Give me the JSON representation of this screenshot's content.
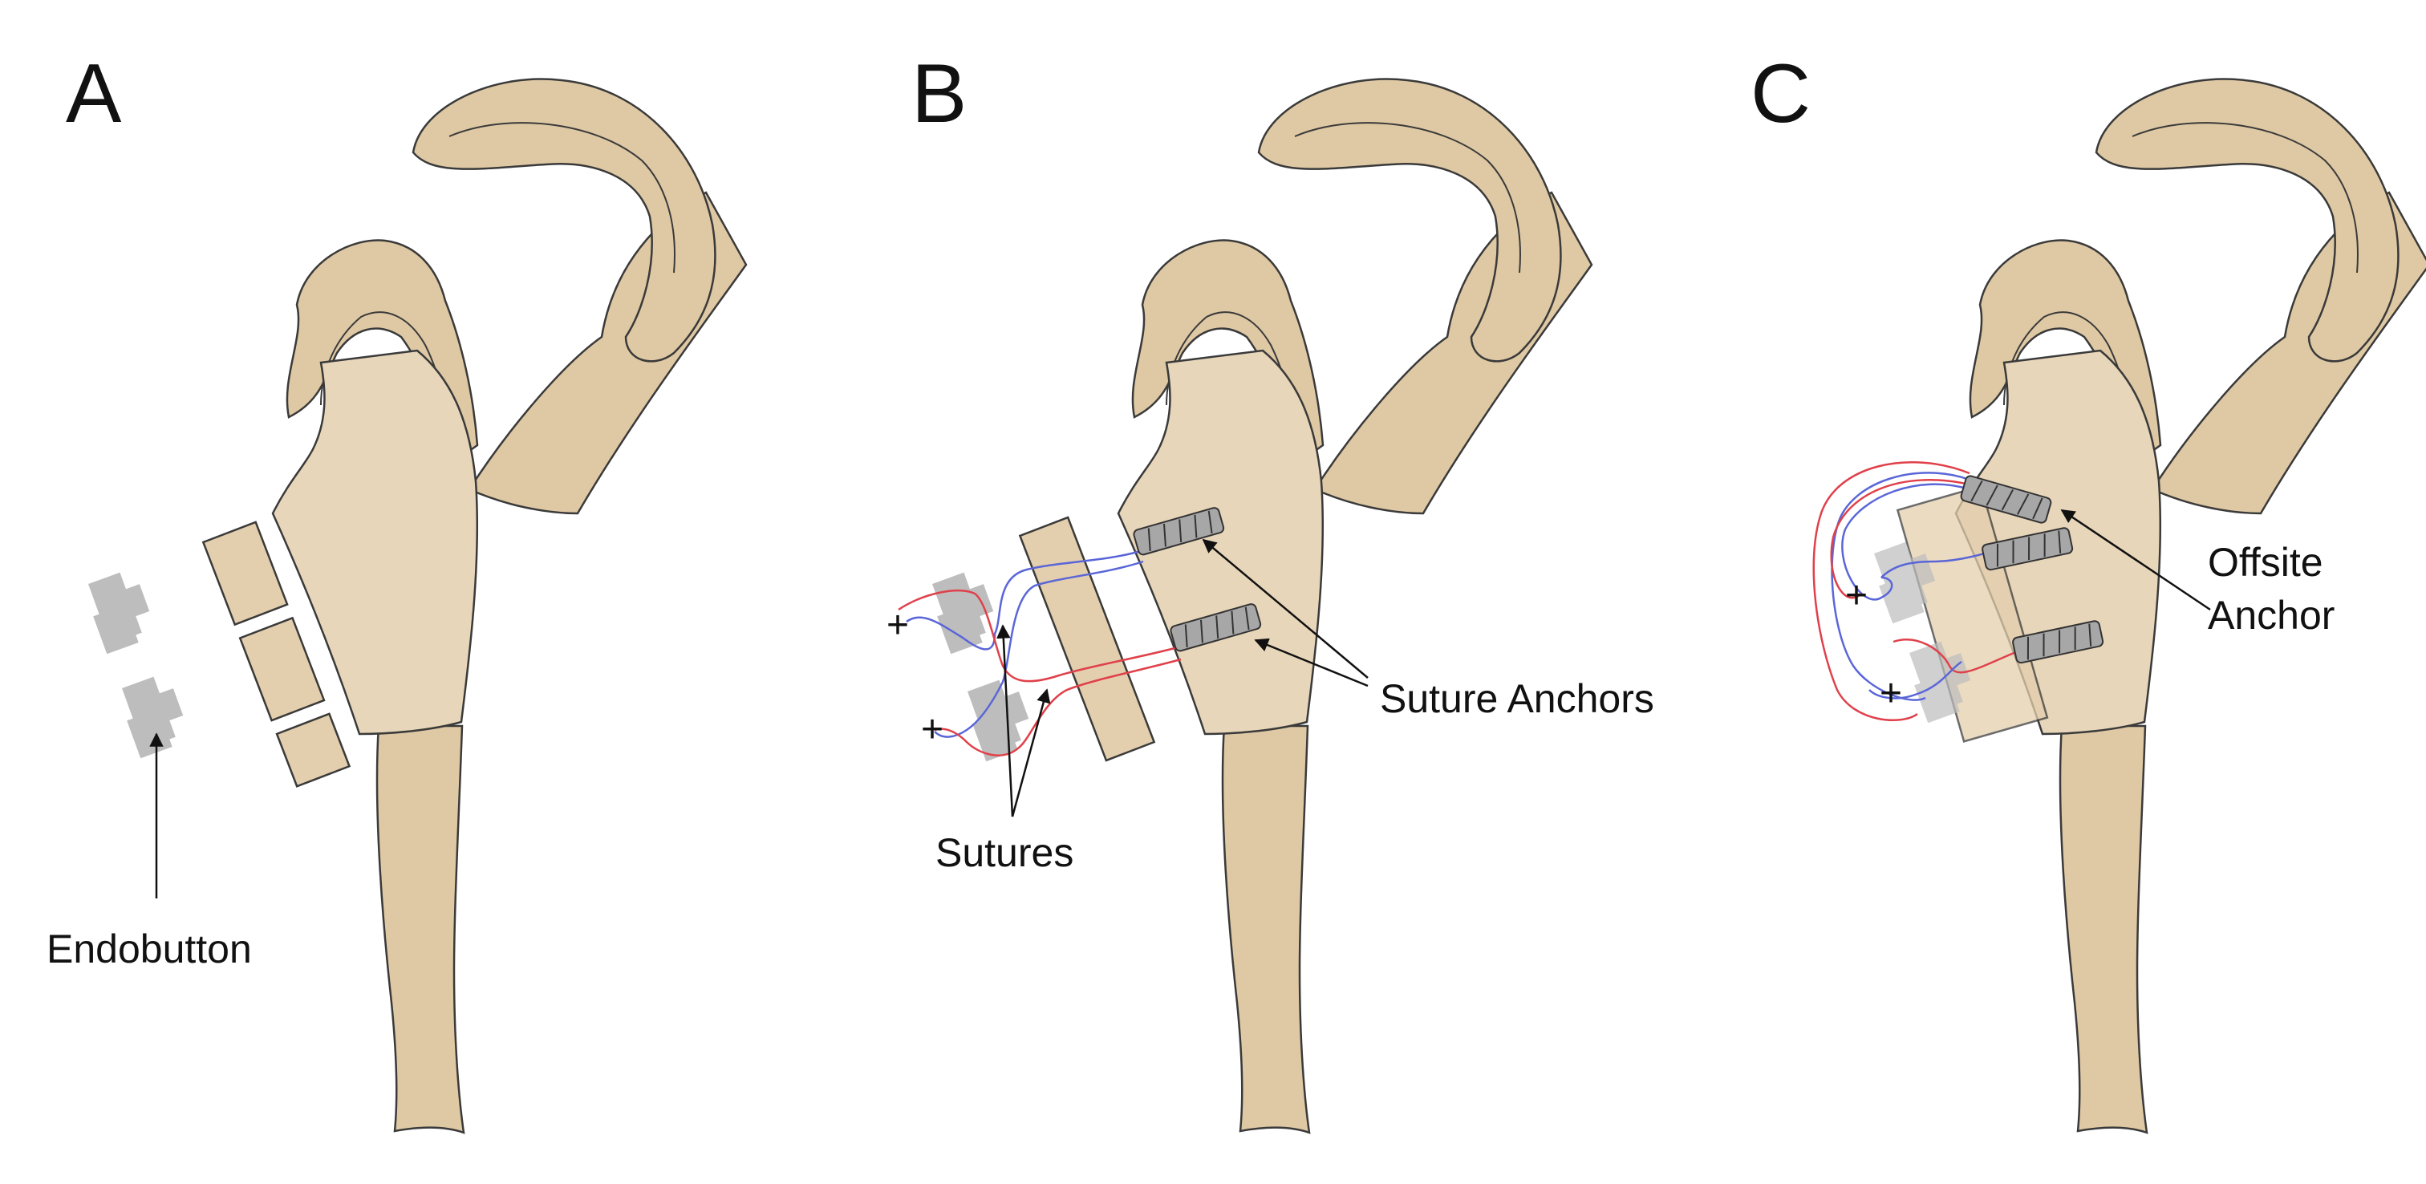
{
  "panels": [
    {
      "letter": "A",
      "labels": {
        "endobutton": "Endobutton"
      }
    },
    {
      "letter": "B",
      "labels": {
        "sutures": "Sutures",
        "anchors": "Suture Anchors"
      }
    },
    {
      "letter": "C",
      "labels": {
        "offsite_line1": "Offsite",
        "offsite_line2": "Anchor"
      }
    }
  ],
  "colors": {
    "bone": "#DFC9A4",
    "bone_light": "#E7D6B9",
    "bone_outline": "#3a3a3a",
    "graft": "#E3CFAD",
    "endobutton": "#BDBDBD",
    "anchor": "#A7A7A7",
    "suture_red": "#E0404A",
    "suture_blue": "#5A66D8",
    "arrow": "#111111"
  }
}
